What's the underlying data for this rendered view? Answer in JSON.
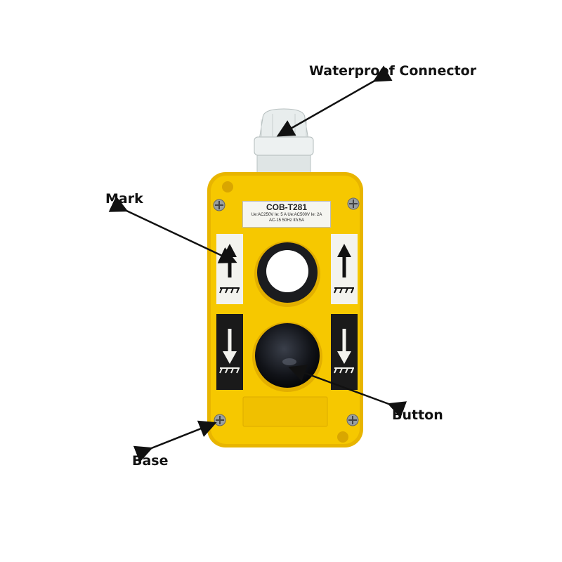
{
  "labels": {
    "connector": "Waterproof Connector",
    "mark": "Mark",
    "button": "Button",
    "base": "Base"
  },
  "plate": {
    "model": "COB-T281",
    "spec_line1": "Ue:AC250V  Ie: 5 A  Ue:AC500V  Ie: 2A",
    "spec_line2": "AC-15  50Hz  Ith:5A"
  },
  "colors": {
    "housing": "#f5c400",
    "housing_edge": "#e0ab00",
    "connector": "#e6ebeb",
    "button": "#15171c",
    "mark_light": "#f3f3ee",
    "mark_dark": "#1a1a1a",
    "arrow_line": "#111111"
  },
  "icons": {
    "up_arrow": "up-arrow-icon",
    "down_arrow": "down-arrow-icon",
    "screw": "screw-icon"
  }
}
